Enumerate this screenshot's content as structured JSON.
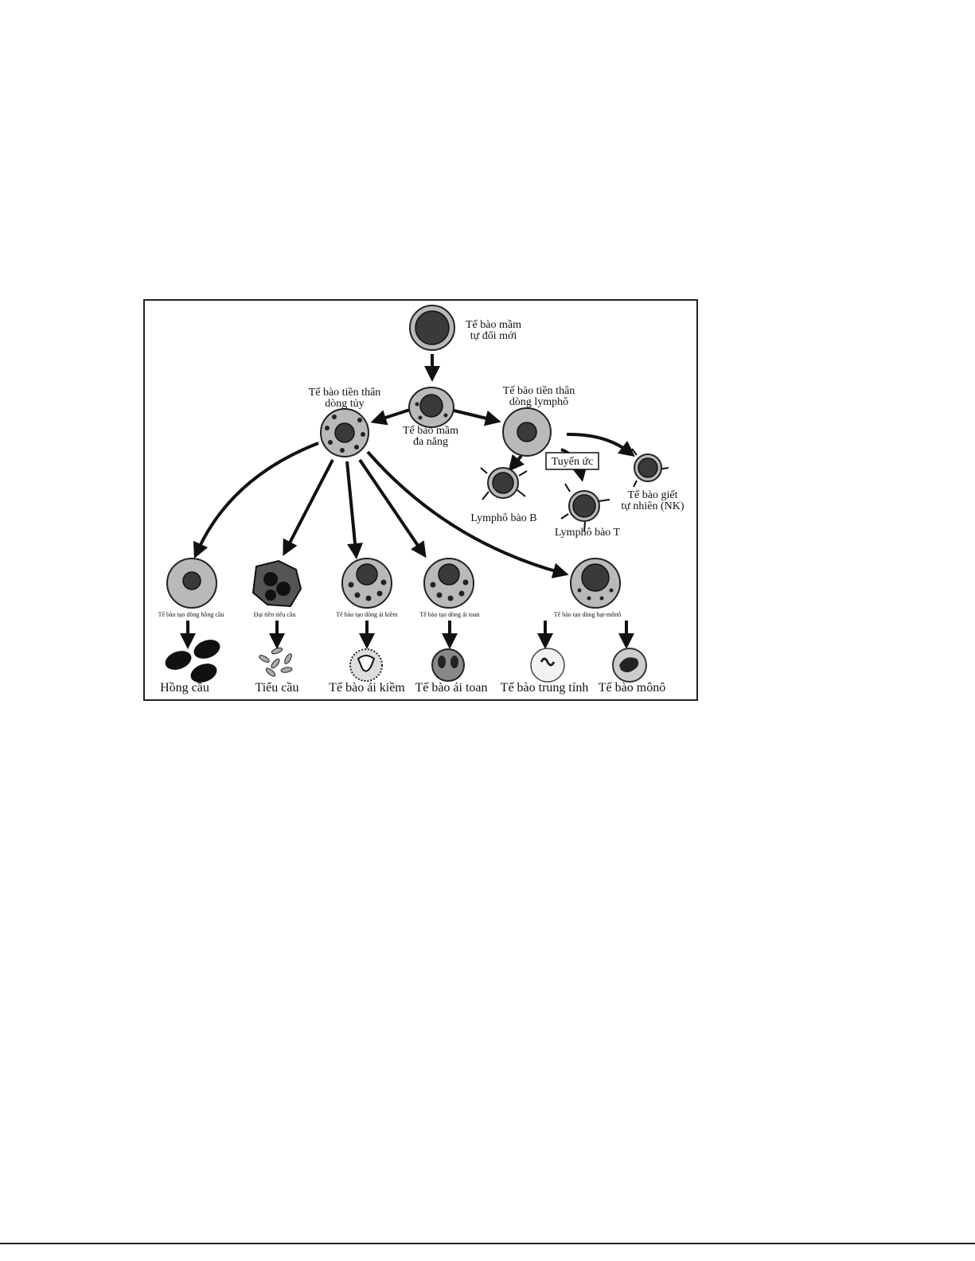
{
  "figure": {
    "stem_self_renewing": [
      "Tế bào mầm",
      "tự đổi mới"
    ],
    "stem_multipotent": [
      "Tế bào mầm",
      "đa năng"
    ],
    "myeloid_progenitor": [
      "Tế bào tiền thân",
      "dòng tủy"
    ],
    "lymphoid_progenitor": [
      "Tế bào tiền thân",
      "dòng lymphô"
    ],
    "thymus": "Tuyến ức",
    "b_cell": "Lymphô bào B",
    "t_cell": "Lymphô bào T",
    "nk_cell": [
      "Tế bào giết",
      "tự nhiên (NK)"
    ],
    "precursors": [
      "Tế bào tạo dòng hồng cầu",
      "Đại tiền tiểu cầu",
      "Tế bào tạo dòng ái kiềm",
      "Tế bào tạo dòng ái toan",
      "Tế bào tạo dòng hạt-mônô"
    ],
    "mature": [
      "Hồng cầu",
      "Tiểu cầu",
      "Tế bào ái kiềm",
      "Tế bào ái toan",
      "Tế bào trung tính",
      "Tế bào mônô"
    ]
  }
}
